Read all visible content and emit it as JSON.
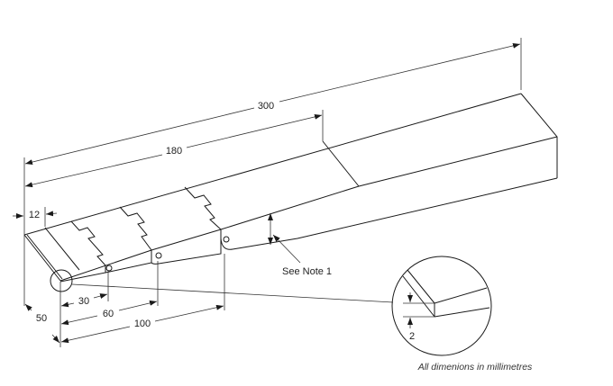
{
  "dimensions": {
    "total_length": "300",
    "taper_length": "180",
    "tip_strip": "12",
    "width": "50",
    "hinge_1": "30",
    "hinge_2": "60",
    "hinge_3": "100",
    "tip_thickness": "2"
  },
  "note": "See Note 1",
  "caption": "All dimenions in millimetres",
  "colors": {
    "line": "#1a1a1a",
    "background": "#ffffff"
  }
}
